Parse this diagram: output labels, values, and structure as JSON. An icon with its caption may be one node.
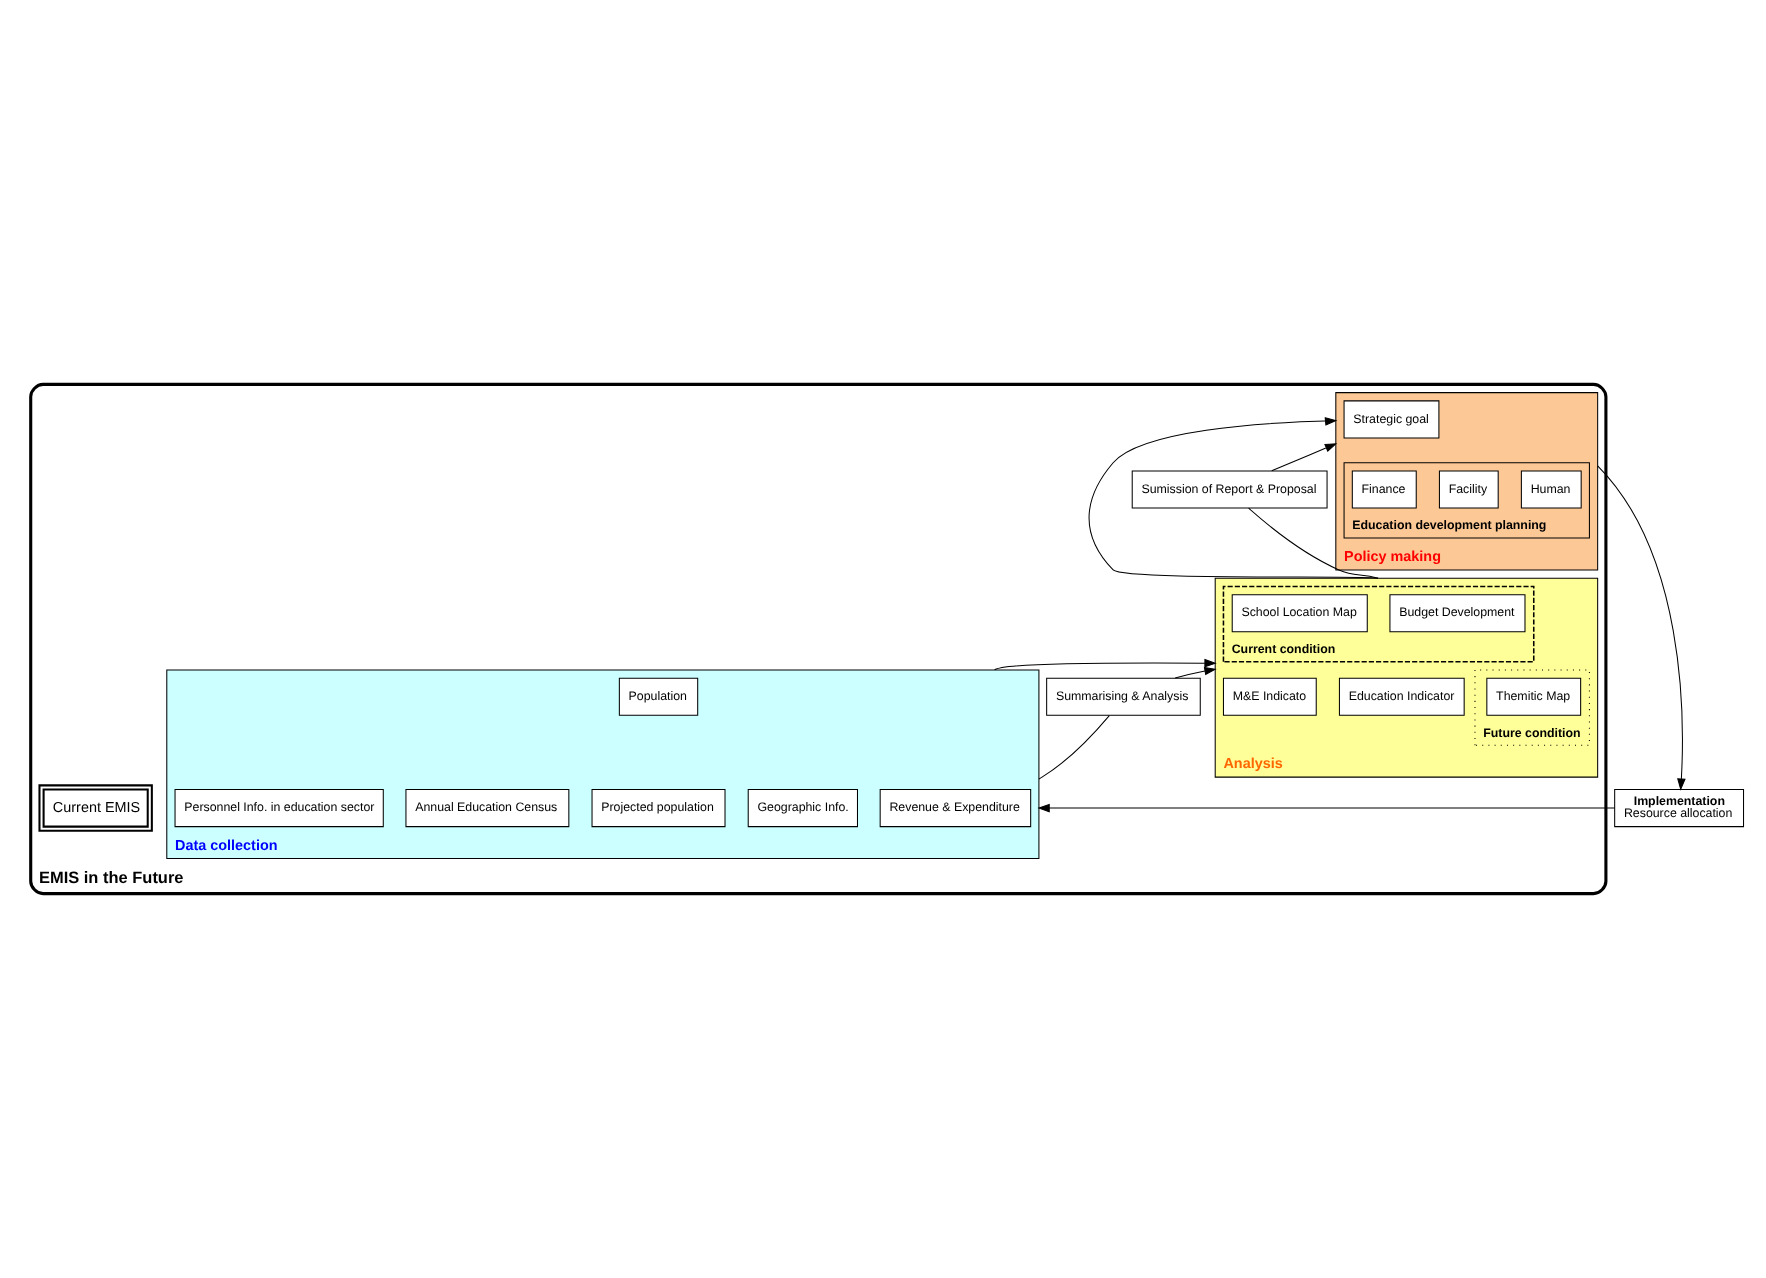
{
  "diagram": {
    "nodes": [
      {
        "text": [
          "EMIS in the Future"
        ]
      },
      {
        "text": [
          "Policy making"
        ],
        "in": 0
      },
      {
        "text": [
          "Strategic goal"
        ],
        "in": 1
      },
      {
        "text": [
          "Education development planning"
        ],
        "in": 1
      },
      {
        "text": [
          "Human"
        ],
        "in": 3
      },
      {
        "text": [
          "Facility"
        ],
        "in": 3
      },
      {
        "text": [
          "Finance"
        ],
        "in": 3
      },
      {
        "text": [
          "Sumission of Report & Proposal"
        ],
        "in": 0
      },
      {
        "text": [
          "Analysis"
        ],
        "in": 0
      },
      {
        "text": [
          "Current condition"
        ],
        "in": 8
      },
      {
        "text": [
          "Budget Development"
        ],
        "in": 9
      },
      {
        "text": [
          "School Location Map"
        ],
        "in": 9
      },
      {
        "text": [
          "Future condition"
        ],
        "in": 8
      },
      {
        "text": [
          "Themitic Map"
        ],
        "in": 12
      },
      {
        "text": [
          "Education Indicator"
        ],
        "in": 8
      },
      {
        "text": [
          "M&E Indicato"
        ],
        "in": 8
      },
      {
        "text": [
          "Summarising & Analysis"
        ],
        "in": 0
      },
      {
        "text": [
          "Data collection"
        ],
        "in": 0
      },
      {
        "text": [
          "Revenue & Expenditure"
        ],
        "in": 17
      },
      {
        "text": [
          "Geographic Info."
        ],
        "in": 17
      },
      {
        "text": [
          "Population"
        ],
        "in": 17
      },
      {
        "text": [
          "Projected population"
        ],
        "in": 17
      },
      {
        "text": [
          "Annual Education Census"
        ],
        "in": 17
      },
      {
        "text": [
          "Personnel Info. in education sector"
        ],
        "in": 17
      },
      {
        "text": [
          "Current EMIS"
        ],
        "in": 0
      },
      {
        "text": [
          "Implementation",
          "Resource allocation"
        ]
      }
    ],
    "edges": [
      {
        "from": 17,
        "to": 16,
        "arrow": "none"
      },
      {
        "from": 16,
        "to": 8,
        "arrow": "to"
      },
      {
        "from": 8,
        "to": 7,
        "arrow": "none"
      },
      {
        "from": 7,
        "to": 1,
        "arrow": "to"
      },
      {
        "from": 17,
        "to": 8,
        "arrow": "to"
      },
      {
        "from": 8,
        "to": 1,
        "arrow": "to"
      },
      {
        "from": 1,
        "to": 25,
        "arrow": "to"
      },
      {
        "from": 25,
        "to": 17,
        "arrow": "to"
      }
    ]
  }
}
